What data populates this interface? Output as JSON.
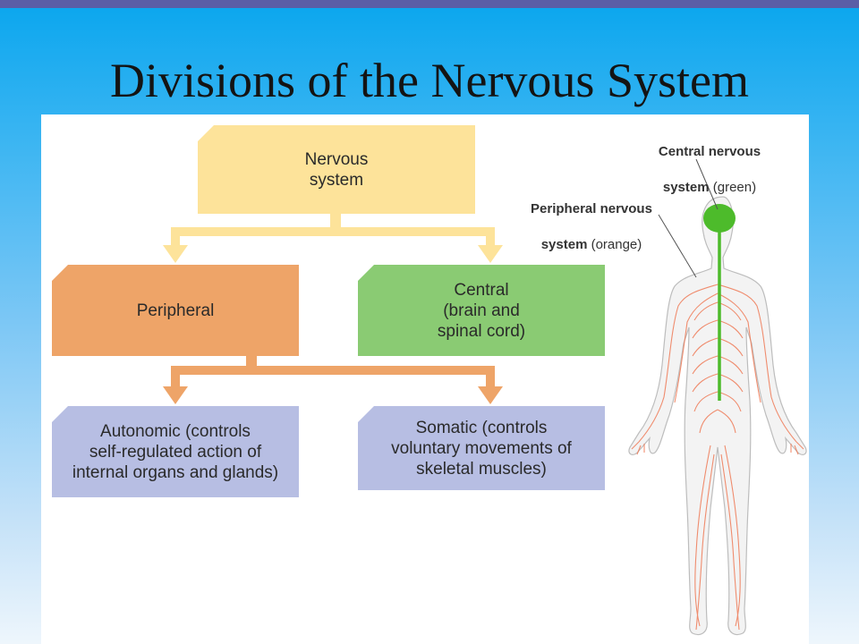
{
  "slide": {
    "title": "Divisions of the Nervous System"
  },
  "diagram": {
    "nervous_system": "Nervous\nsystem",
    "peripheral": "Peripheral",
    "central": "Central\n(brain and\nspinal cord)",
    "autonomic": "Autonomic (controls\nself-regulated action of\ninternal organs and glands)",
    "somatic": "Somatic (controls\nvoluntary movements of\nskeletal muscles)"
  },
  "figure": {
    "cns_label_bold": "Central nervous",
    "cns_label_line2_bold": "system",
    "cns_label_line2_light": " (green)",
    "pns_label_bold": "Peripheral nervous",
    "pns_label_line2_bold": "system",
    "pns_label_line2_light": " (orange)"
  },
  "colors": {
    "nervous": "#fde39a",
    "peripheral": "#eea468",
    "central": "#8acb73",
    "subdivision": "#b7bee3",
    "cns_green": "#4dbb2b",
    "pns_orange": "#ef7b57"
  }
}
